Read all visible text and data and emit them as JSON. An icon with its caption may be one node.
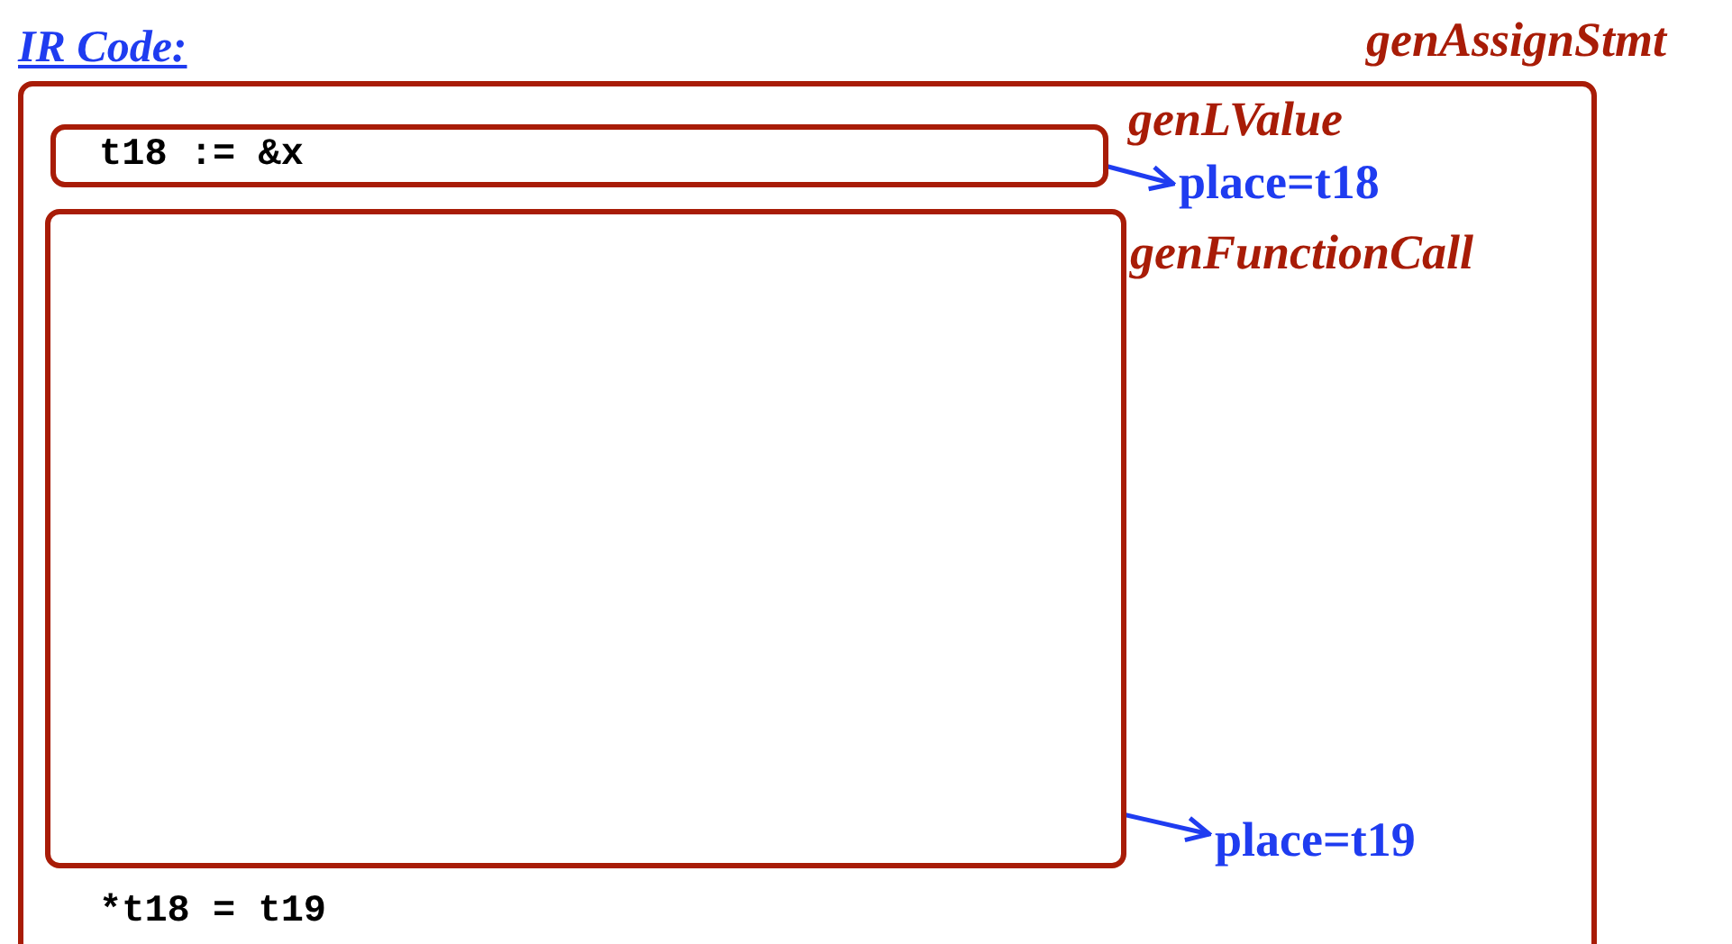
{
  "diagram": {
    "title": "IR Code:",
    "nodes": [
      {
        "text": [
          "genAssignStmt"
        ]
      },
      {
        "text": [
          "t18 := &x",
          "genLValue"
        ],
        "in": 0
      },
      {
        "text": [
          "genFunctionCall"
        ],
        "in": 0
      },
      {
        "text": [
          "place=t18"
        ],
        "in": 0
      },
      {
        "text": [
          "place=t19"
        ],
        "in": 0
      }
    ],
    "edges": [
      {
        "from": 1,
        "to": 3,
        "arrow": "to"
      },
      {
        "from": 2,
        "to": 4,
        "arrow": "to"
      }
    ],
    "labels": [
      "*t18 = t19"
    ]
  }
}
